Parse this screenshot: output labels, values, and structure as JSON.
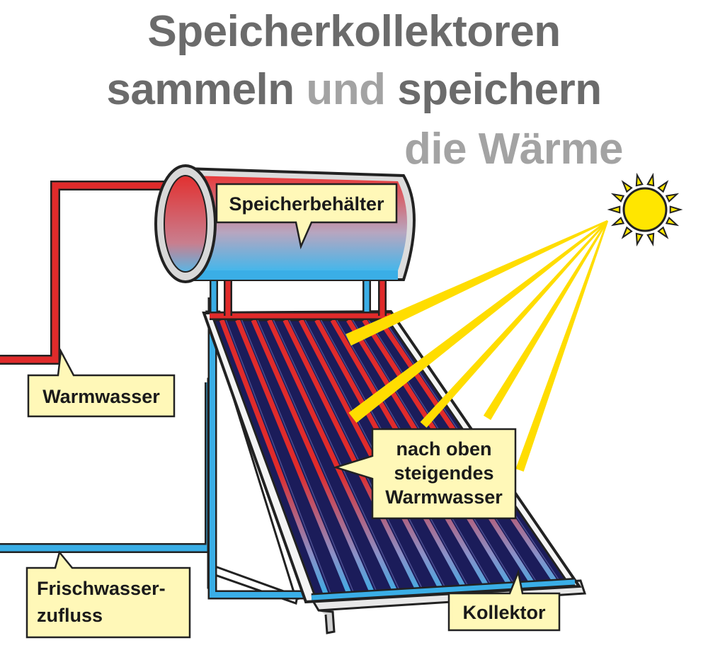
{
  "title": {
    "line1": "Speicherkollektoren",
    "line2_a": "sammeln",
    "line2_b": "und",
    "line2_c": "speichern",
    "line3": "die Wärme"
  },
  "labels": {
    "storage_tank": "Speicherbehälter",
    "hot_water": "Warmwasser",
    "rising_line1": "nach oben",
    "rising_line2": "steigendes",
    "rising_line3": "Warmwasser",
    "fresh_line1": "Frischwasser-",
    "fresh_line2": "zufluss",
    "collector": "Kollektor"
  },
  "colors": {
    "title_dark": "#6b6b6b",
    "title_light": "#a3a3a3",
    "hot_pipe": "#e02b2b",
    "cold_pipe": "#3aaee6",
    "panel": "#1b1c5a",
    "callout_fill": "#fff8b8",
    "sun": "#ffe600",
    "rays": "#ffdd00"
  }
}
